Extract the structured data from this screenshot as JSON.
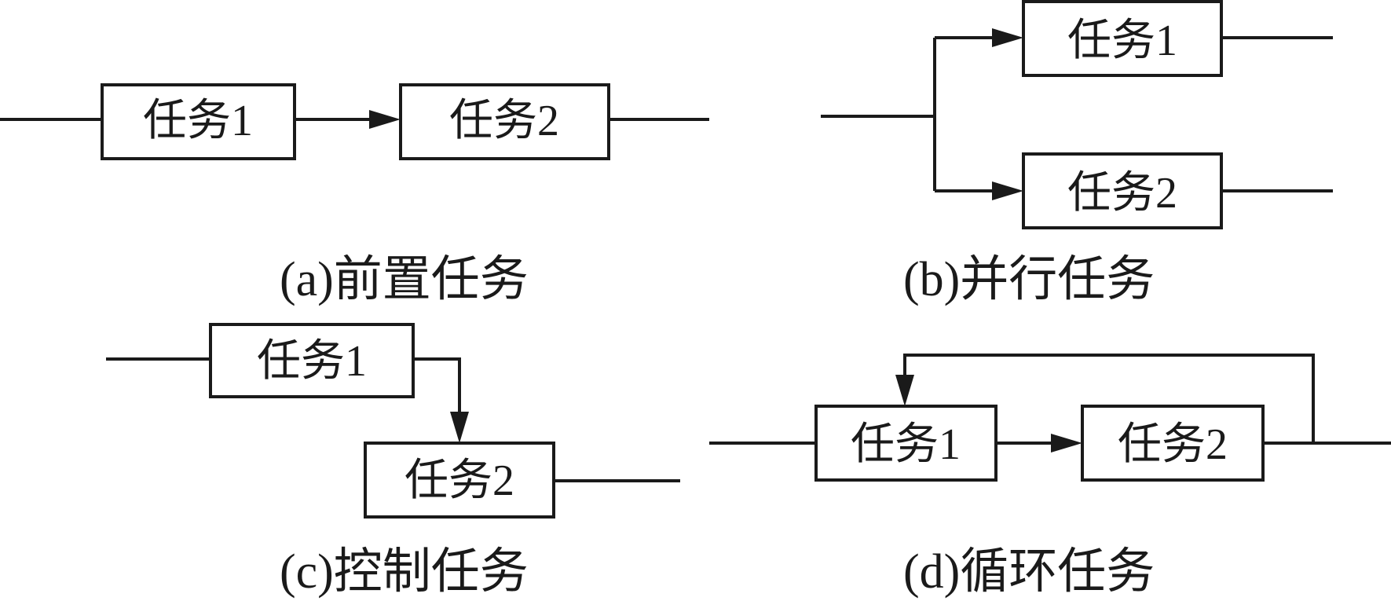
{
  "diagrams": {
    "a": {
      "caption": "(a)前置任务",
      "task1": "任务1",
      "task2": "任务2"
    },
    "b": {
      "caption": "(b)并行任务",
      "task1": "任务1",
      "task2": "任务2"
    },
    "c": {
      "caption": "(c)控制任务",
      "task1": "任务1",
      "task2": "任务2"
    },
    "d": {
      "caption": "(d)循环任务",
      "task1": "任务1",
      "task2": "任务2"
    }
  },
  "colors": {
    "stroke": "#1a1a1a",
    "background": "#ffffff"
  }
}
